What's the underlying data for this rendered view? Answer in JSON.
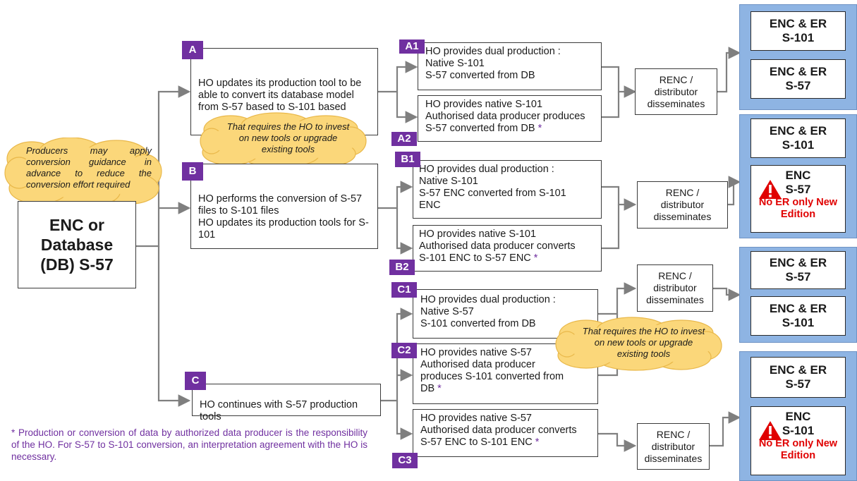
{
  "source": {
    "label": "ENC or\nDatabase\n(DB) S-57"
  },
  "producer_note": "Producers may apply conversion guidance in advance to reduce the conversion effort required",
  "cloud_note": "That requires the HO to invest on new tools or upgrade existing tools",
  "options": {
    "A": {
      "badge": "A",
      "text": "HO updates its production tool to be able to convert its database model from S-57 based to S-101 based"
    },
    "B": {
      "badge": "B",
      "text": "HO performs the conversion of S-57 files to S-101 files\nHO updates its production tools for S-101"
    },
    "C": {
      "badge": "C",
      "text": "HO continues with S-57 production tools"
    }
  },
  "sub_options": {
    "A1": {
      "badge": "A1",
      "text": "HO provides dual production :\nNative S-101\nS-57 converted from DB",
      "star": ""
    },
    "A2": {
      "badge": "A2",
      "text": "HO provides native S-101\nAuthorised data producer produces\nS-57 converted from DB",
      "star": " *"
    },
    "B1": {
      "badge": "B1",
      "text": "HO provides dual production :\nNative S-101\nS-57 ENC converted from S-101\nENC",
      "star": ""
    },
    "B2": {
      "badge": "B2",
      "text": "HO provides native S-101\nAuthorised data producer converts\nS-101 ENC to S-57 ENC",
      "star": " *"
    },
    "C1": {
      "badge": "C1",
      "text": "HO provides dual production :\nNative S-57\nS-101 converted from DB",
      "star": ""
    },
    "C2": {
      "badge": "C2",
      "text": "HO provides native S-57\nAuthorised data producer\nproduces S-101 converted from\nDB",
      "star": " *"
    },
    "C3": {
      "badge": "C3",
      "text": "HO provides native S-57\nAuthorised data producer converts\nS-57 ENC to S-101 ENC",
      "star": " *"
    }
  },
  "distributor": "RENC /\ndistributor\ndisseminates",
  "outputs": {
    "g1_top": "ENC & ER\nS-101",
    "g1_bottom": "ENC & ER\nS-57",
    "g2_top": "ENC & ER\nS-101",
    "g2_bottom_title": "ENC\nS-57",
    "g2_bottom_warn": "No ER only New\nEdition",
    "g3_top": "ENC & ER\nS-57",
    "g3_bottom": "ENC & ER\nS-101",
    "g4_top": "ENC & ER\nS-57",
    "g4_bottom_title": "ENC\nS-101",
    "g4_bottom_warn": "No ER only New\nEdition"
  },
  "footnote": "* Production or conversion of data by authorized data producer is the responsibility of the HO. For S-57 to S-101 conversion, an interpretation agreement with the HO is necessary.",
  "colors": {
    "badge": "#7030a0",
    "panel": "#8eb4e3",
    "cloud": "#fbd77a",
    "warning": "#e00000",
    "line": "#808080"
  }
}
